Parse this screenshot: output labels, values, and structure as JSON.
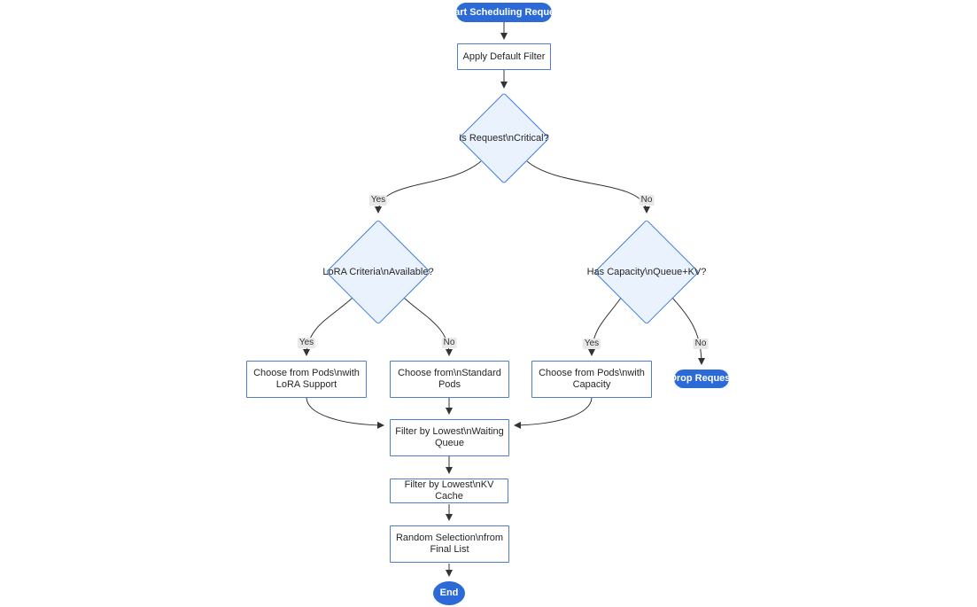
{
  "diagram": {
    "type": "flowchart",
    "nodes": {
      "start": {
        "label": "Start Scheduling Request",
        "shape": "pill"
      },
      "apply_filter": {
        "label": "Apply Default Filter",
        "shape": "process"
      },
      "is_critical": {
        "label": "Is Request\\nCritical?",
        "shape": "decision"
      },
      "lora_criteria": {
        "label": "LoRA Criteria\\nAvailable?",
        "shape": "decision"
      },
      "has_capacity": {
        "label": "Has Capacity\\nQueue+KV?",
        "shape": "decision"
      },
      "choose_lora": {
        "line1": "Choose from Pods\\nwith",
        "line2": "LoRA Support",
        "shape": "process"
      },
      "choose_standard": {
        "line1": "Choose from\\nStandard",
        "line2": "Pods",
        "shape": "process"
      },
      "choose_capacity": {
        "line1": "Choose from Pods\\nwith",
        "line2": "Capacity",
        "shape": "process"
      },
      "drop_request": {
        "label": "Drop Request",
        "shape": "pill"
      },
      "filter_waiting": {
        "line1": "Filter by Lowest\\nWaiting",
        "line2": "Queue",
        "shape": "process"
      },
      "filter_kv": {
        "label": "Filter by Lowest\\nKV Cache",
        "shape": "process"
      },
      "random_selection": {
        "line1": "Random Selection\\nfrom",
        "line2": "Final List",
        "shape": "process"
      },
      "end": {
        "label": "End",
        "shape": "pill"
      }
    },
    "edge_labels": {
      "critical_yes": "Yes",
      "critical_no": "No",
      "lora_yes": "Yes",
      "lora_no": "No",
      "capacity_yes": "Yes",
      "capacity_no": "No"
    },
    "colors": {
      "accent_blue": "#2c6bd7",
      "pill_text": "#ffffff",
      "decision_fill": "#e9f2fd",
      "decision_border": "#3e7ce0",
      "process_fill": "#ffffff",
      "process_border": "#4e7dcb",
      "edge_color": "#333333",
      "edge_label_bg": "#e8e8e8",
      "edge_label_text": "#333333",
      "text_color": "#262626"
    }
  }
}
